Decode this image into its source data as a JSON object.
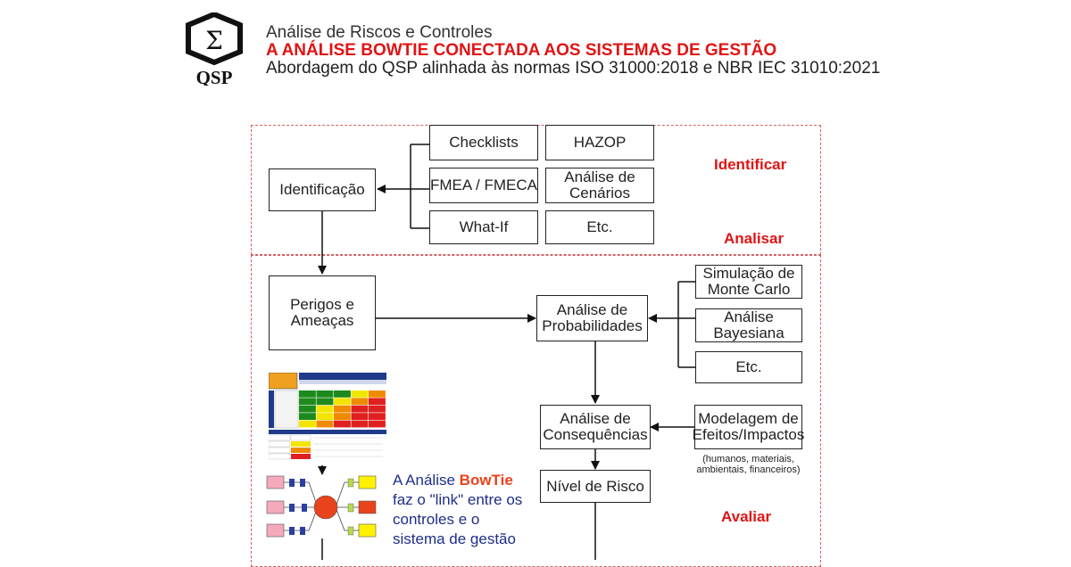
{
  "logo": {
    "symbol": "Σ",
    "text": "QSP"
  },
  "header": {
    "line1": "Análise de Riscos e Controles",
    "line2": "A ANÁLISE BOWTIE CONECTADA AOS SISTEMAS DE GESTÃO",
    "line3": "Abordagem do QSP alinhada às normas ISO 31000:2018 e NBR IEC 31010:2021"
  },
  "phases": {
    "identify": "Identificar",
    "analyze": "Analisar",
    "evaluate": "Avaliar"
  },
  "boxes": {
    "identificacao": "Identificação",
    "checklists": "Checklists",
    "hazop": "HAZOP",
    "fmea": "FMEA / FMECA",
    "cenarios": "Análise de Cenários",
    "whatif": "What-If",
    "etc1": "Etc.",
    "perigos": "Perigos e Ameaças",
    "probabilidades": "Análise de Probabilidades",
    "montecarlo": "Simulação de Monte Carlo",
    "bayesiana": "Análise Bayesiana",
    "etc2": "Etc.",
    "consequencias": "Análise de Consequências",
    "modelagem": "Modelagem de Efeitos/Impactos",
    "nivel": "Nível de Risco"
  },
  "modelagem_note": "(humanos, materiais, ambientais, financeiros)",
  "callout": {
    "prefix": "A Análise ",
    "highlight": "BowTie",
    "rest": "faz o \"link\" entre os controles e o sistema de gestão"
  },
  "colors": {
    "accent_red": "#e01414",
    "frame": "#d46060",
    "callout_blue": "#1f2e8a",
    "bowtie_orange": "#e8431c",
    "matrix_green": "#1e8a1e",
    "matrix_yellow": "#f2e600",
    "matrix_orange": "#f08a00",
    "matrix_red": "#e02020"
  }
}
